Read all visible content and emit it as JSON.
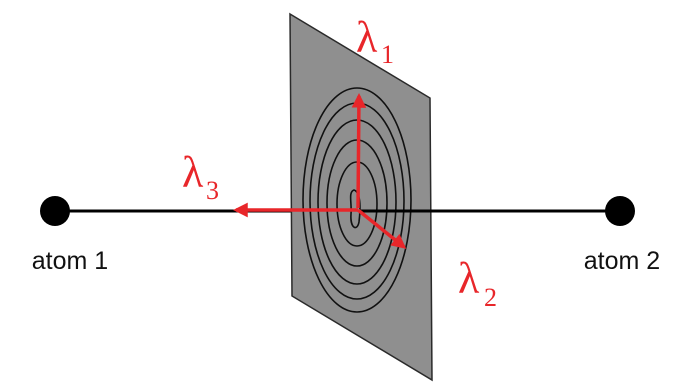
{
  "colors": {
    "plane_fill": "#8f8f8f",
    "plane_stroke": "#2a2a2a",
    "bond": "#000000",
    "atom": "#000000",
    "contour": "#111111",
    "vector": "#e8262a"
  },
  "atoms": [
    {
      "id": "atom-1",
      "label": "atom 1"
    },
    {
      "id": "atom-2",
      "label": "atom 2"
    }
  ],
  "eigenvectors": [
    {
      "id": "lambda-1",
      "symbol": "λ",
      "subscript": "1"
    },
    {
      "id": "lambda-2",
      "symbol": "λ",
      "subscript": "2"
    },
    {
      "id": "lambda-3",
      "symbol": "λ",
      "subscript": "3"
    }
  ]
}
